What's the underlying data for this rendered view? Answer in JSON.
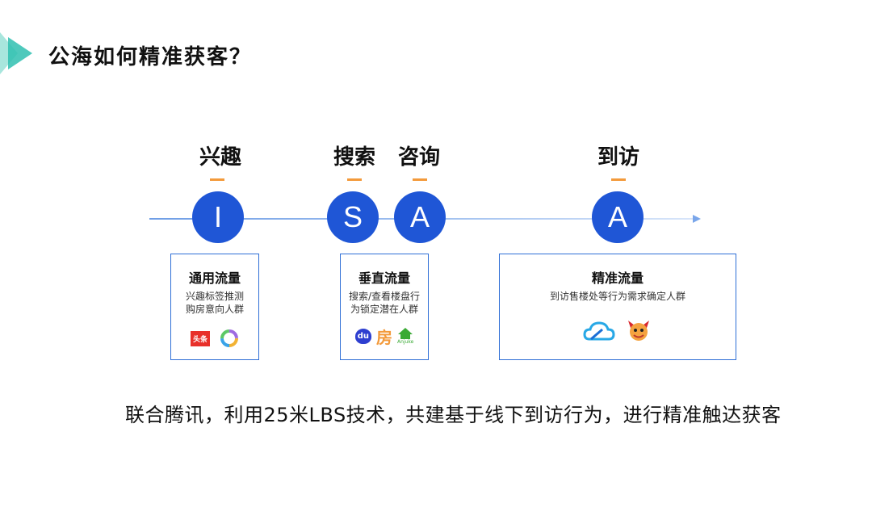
{
  "title": "公海如何精准获客？",
  "stages": [
    {
      "label": "兴趣",
      "letter": "I"
    },
    {
      "label": "搜索",
      "letter": "S"
    },
    {
      "label": "咨询",
      "letter": "A"
    },
    {
      "label": "到访",
      "letter": "A"
    }
  ],
  "boxes": [
    {
      "title": "通用流量",
      "lines": [
        "兴趣标签推测",
        "购房意向人群"
      ],
      "logos": [
        "toutiao-logo",
        "ring-app-logo"
      ],
      "logo_text": [
        "头条"
      ]
    },
    {
      "title": "垂直流量",
      "lines": [
        "搜索/查看楼盘行",
        "为锁定潜在人群"
      ],
      "logos": [
        "baidu-logo",
        "fang-logo",
        "anjuke-logo"
      ],
      "logo_text": [
        "du",
        "房",
        "Anjuke"
      ]
    },
    {
      "title": "精准流量",
      "lines": [
        "到访售楼处等行为需求确定人群"
      ],
      "logos": [
        "tencent-cloud-logo",
        "mascot-logo"
      ]
    }
  ],
  "footer": "联合腾讯，利用25米LBS技术，共建基于线下到访行为，进行精准触达获客",
  "colors": {
    "circle": "#1f56d6",
    "box_border": "#2f6fd6",
    "dash": "#f39a3b",
    "teal": "#3cc7b8"
  }
}
